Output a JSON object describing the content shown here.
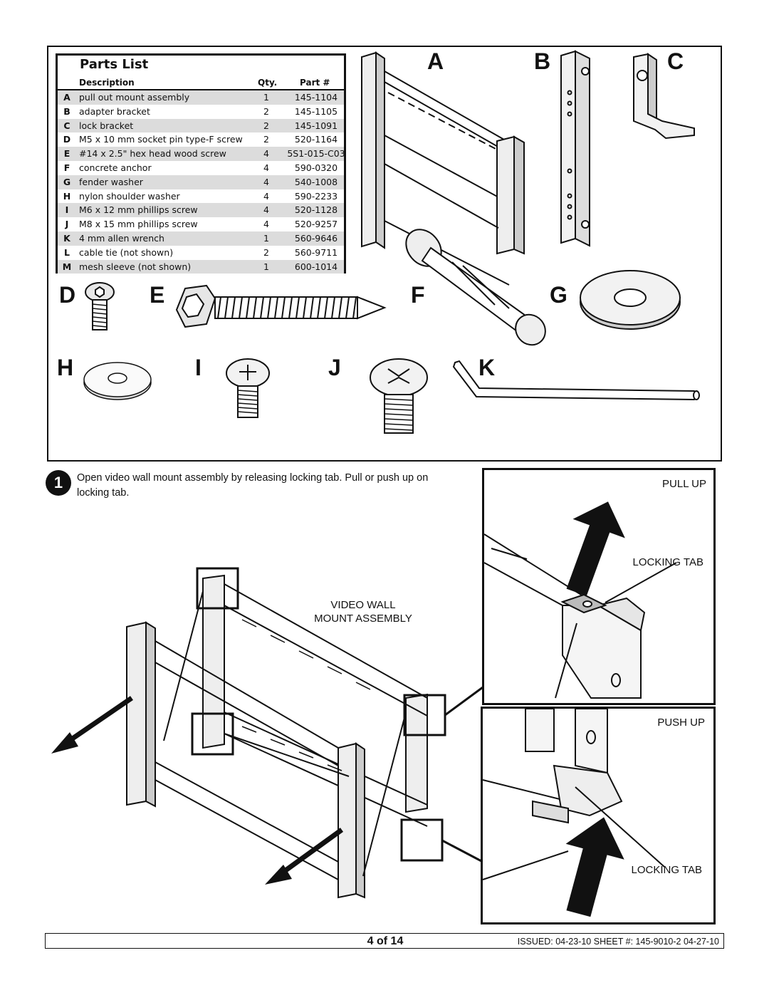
{
  "parts_list": {
    "title": "Parts List",
    "headers": {
      "description": "Description",
      "qty": "Qty.",
      "part": "Part #"
    },
    "rows": [
      {
        "letter": "A",
        "description": "pull out mount assembly",
        "qty": "1",
        "part": "145-1104"
      },
      {
        "letter": "B",
        "description": "adapter bracket",
        "qty": "2",
        "part": "145-1105"
      },
      {
        "letter": "C",
        "description": "lock bracket",
        "qty": "2",
        "part": "145-1091"
      },
      {
        "letter": "D",
        "description": "M5 x 10 mm socket pin type-F screw",
        "qty": "2",
        "part": "520-1164"
      },
      {
        "letter": "E",
        "description": "#14 x 2.5\" hex head wood screw",
        "qty": "4",
        "part": "5S1-015-C03"
      },
      {
        "letter": "F",
        "description": "concrete anchor",
        "qty": "4",
        "part": "590-0320"
      },
      {
        "letter": "G",
        "description": "fender washer",
        "qty": "4",
        "part": "540-1008"
      },
      {
        "letter": "H",
        "description": "nylon shoulder washer",
        "qty": "4",
        "part": "590-2233"
      },
      {
        "letter": "I",
        "description": "M6 x 12 mm phillips screw",
        "qty": "4",
        "part": "520-1128"
      },
      {
        "letter": "J",
        "description": "M8 x 15 mm phillips screw",
        "qty": "4",
        "part": "520-9257"
      },
      {
        "letter": "K",
        "description": "4 mm allen wrench",
        "qty": "1",
        "part": "560-9646"
      },
      {
        "letter": "L",
        "description": "cable tie (not shown)",
        "qty": "2",
        "part": "560-9711"
      },
      {
        "letter": "M",
        "description": "mesh sleeve (not shown)",
        "qty": "1",
        "part": "600-1014"
      }
    ]
  },
  "part_labels": {
    "A": "A",
    "B": "B",
    "C": "C",
    "D": "D",
    "E": "E",
    "F": "F",
    "G": "G",
    "H": "H",
    "I": "I",
    "J": "J",
    "K": "K"
  },
  "step": {
    "number": "1",
    "text": "Open video wall mount assembly by releasing locking tab. Pull or push up on locking tab."
  },
  "diagram": {
    "label_line1": "VIDEO WALL",
    "label_line2": "MOUNT ASSEMBLY"
  },
  "detail_top": {
    "action": "PULL UP",
    "callout": "LOCKING TAB"
  },
  "detail_bottom": {
    "action": "PUSH UP",
    "callout": "LOCKING TAB"
  },
  "footer": {
    "page": "4 of 14",
    "issued": "ISSUED: 04-23-10   SHEET #: 145-9010-2  04-27-10"
  }
}
